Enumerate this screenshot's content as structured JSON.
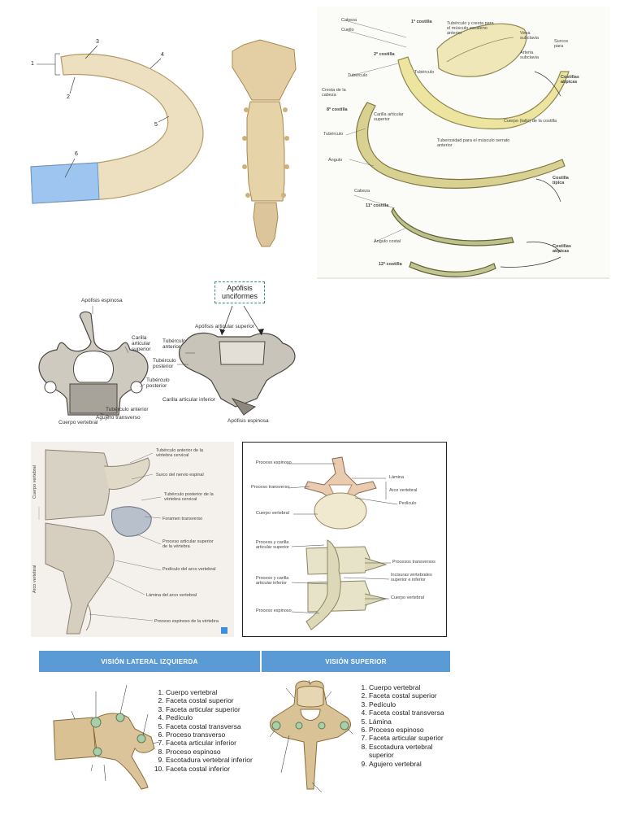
{
  "rib_side": {
    "numbers": [
      "1",
      "2",
      "3",
      "4",
      "5",
      "6"
    ]
  },
  "ribs": {
    "labels": {
      "cabeza": "Cabeza",
      "cuello": "Cuello",
      "costilla1": "1ª costilla",
      "tuberculo_cresta": "Tubérculo y cresta para el músculo escaleno anterior",
      "vena_subclavia": "Vena subclavia",
      "arteria_subclavia": "Arteria subclavia",
      "surcos_para": "Surcos para",
      "costilla2": "2ª costilla",
      "tuberculo": "Tubérculo",
      "tuberculo2": "Tubérculo",
      "costillas_atipicas": "Costillas atípicas",
      "cresta_cabeza": "Cresta de la cabeza",
      "costilla8": "8ª costilla",
      "carilla_articular": "Carilla articular superior",
      "cuerpo_tallo": "Cuerpo (tallo) de la costilla",
      "tuberculo3": "Tubérculo",
      "tuberosidad": "Tuberosidad para el músculo serrato anterior",
      "angulo": "Ángulo",
      "costilla_tipica": "Costilla típica",
      "cabeza2": "Cabeza",
      "costilla11": "11ª costilla",
      "angulo_costal": "Ángulo costal",
      "costillas_atipicas2": "Costillas atípicas",
      "costilla12": "12ª costilla"
    }
  },
  "cervical": {
    "box": "Apófisis unciformes",
    "apofisis_espinosa": "Apófisis espinosa",
    "carilla_articular_superior": "Carilla articular superior",
    "tuberculo_anterior": "Tubérculo anterior",
    "tuberculo_posterior": "Tubérculo posterior",
    "tuberculo_posterior2": "Tubérculo posterior",
    "tuberculo_anterior2": "Tubérculo anterior",
    "agujero_transverso": "Agujero transverso",
    "cuerpo_vertebral": "Cuerpo vertebral",
    "apofisis_articular_superior": "Apófisis articular superior",
    "carilla_articular_inferior": "Carilla articular inferior",
    "apofisis_espinosa2": "Apófisis espinosa"
  },
  "neck": {
    "side_top": "Cuerpo vertebral",
    "side_bottom": "Arco vertebral",
    "l1": "Tubérculo anterior de la vértebra cervical",
    "l2": "Surco del nervio espinal",
    "l3": "Tubérculo posterior de la vértebra cervical",
    "l4": "Foramen transverso",
    "l5": "Proceso articular superior de la vértebra",
    "l6": "Pedículo del arco vertebral",
    "l7": "Lámina del arco vertebral",
    "l8": "Proceso espinoso de la vértebra"
  },
  "lumbar": {
    "proceso_espinoso": "Proceso espinoso",
    "lamina": "Lámina",
    "proceso_transverso": "Proceso transverso",
    "arco_vertebral": "Arco vertebral",
    "pediculo": "Pedículo",
    "cuerpo_vertebral": "Cuerpo vertebral",
    "proceso_cara_sup": "Proceso y carilla articular superior",
    "procesos_transversos": "Procesos transversos",
    "proceso_cara_inf": "Proceso y carilla articular inferior",
    "incisuras": "Incisuras vertebrales superior e inferior",
    "cuerpo_vertebral2": "Cuerpo vertebral",
    "proceso_espinoso2": "Proceso espinoso"
  },
  "lateral": {
    "header": "VISIÓN LATERAL IZQUIERDA",
    "items": [
      "Cuerpo vertebral",
      "Faceta costal superior",
      "Faceta articular superior",
      "Pedículo",
      "Faceta costal transversa",
      "Proceso transverso",
      "Faceta articular inferior",
      "Proceso espinoso",
      "Escotadura vertebral inferior",
      "Faceta costal inferior"
    ]
  },
  "superior": {
    "header": "VISIÓN SUPERIOR",
    "items": [
      "Cuerpo vertebral",
      "Faceta costal superior",
      "Pedículo",
      "Faceta costal transversa",
      "Lámina",
      "Proceso espinoso",
      "Faceta articular superior",
      "Escotadura vertebral superior",
      "Agujero vertebral"
    ]
  },
  "colors": {
    "bone": "#e8d9b5",
    "bone_dark": "#b9a06a",
    "cartilage": "#9ec5ef",
    "header_blue": "#5b9bd5"
  }
}
